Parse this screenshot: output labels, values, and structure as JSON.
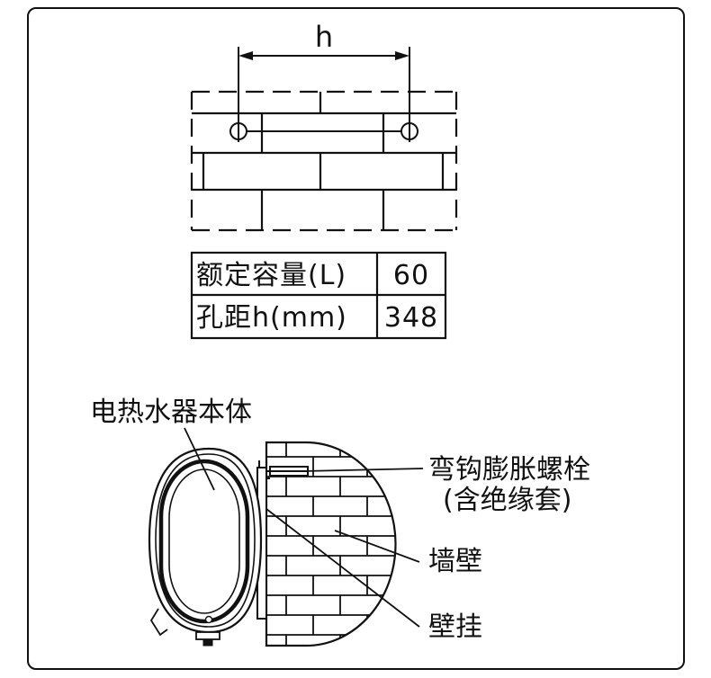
{
  "dimension": {
    "label": "h"
  },
  "spec_table": {
    "rows": [
      {
        "label": "额定容量(L)",
        "value": "60"
      },
      {
        "label": "孔距h(mm)",
        "value": "348"
      }
    ]
  },
  "labels": {
    "heater_body": "电热水器本体",
    "bolt_line1": "弯钩膨胀螺栓",
    "bolt_line2": "(含绝缘套)",
    "wall": "墙壁",
    "wall_mount": "壁挂"
  },
  "colors": {
    "line": "#111111",
    "background": "#ffffff"
  }
}
